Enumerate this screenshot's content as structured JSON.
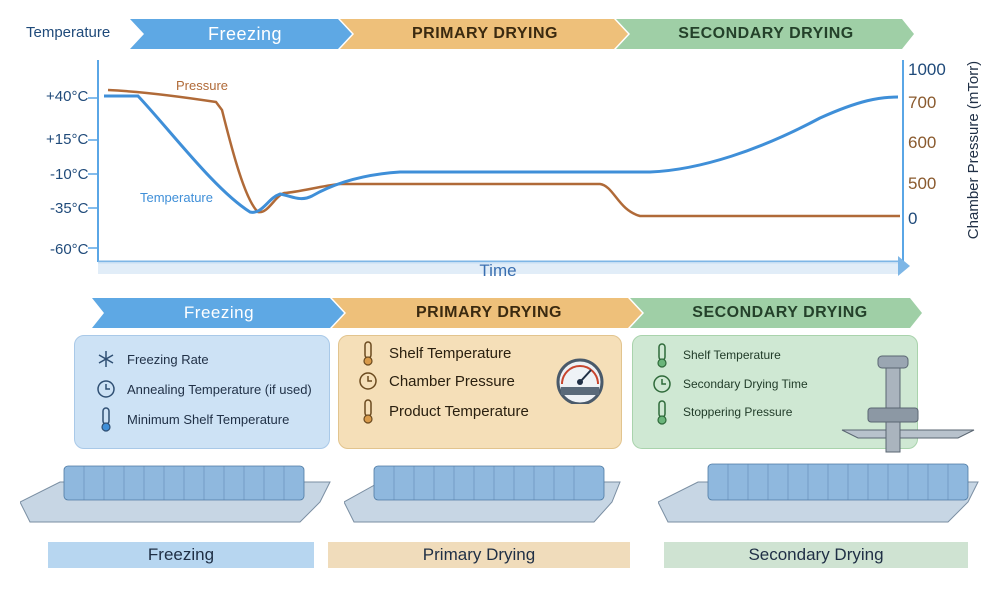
{
  "header": {
    "temperature_label": "Temperature",
    "phases": [
      "Freezing",
      "PRIMARY DRYING",
      "SECONDARY DRYING"
    ]
  },
  "chart_data": {
    "type": "line",
    "xlabel": "Time",
    "ylabel_left": "",
    "ylabel_right": "Chamber Pressure (mTorr)",
    "left_ticks": [
      "+40°C",
      "+15°C",
      "-10°C",
      "-35°C",
      "-60°C"
    ],
    "right_ticks": [
      "1000",
      "700",
      "600",
      "500",
      "0"
    ],
    "series": [
      {
        "name": "Temperature",
        "color": "#3f8fd8"
      },
      {
        "name": "Pressure",
        "color": "#b06a38"
      }
    ]
  },
  "phase_bar_2": [
    "Freezing",
    "PRIMARY DRYING",
    "SECONDARY DRYING"
  ],
  "panels": {
    "freezing": {
      "items": [
        {
          "icon": "snowflake-icon",
          "label": "Freezing Rate"
        },
        {
          "icon": "clock-icon",
          "label": "Annealing Temperature (if used)"
        },
        {
          "icon": "thermometer-icon",
          "label": "Minimum Shelf Temperature"
        }
      ]
    },
    "primary": {
      "items": [
        {
          "icon": "thermometer-icon",
          "label": "Shelf Temperature"
        },
        {
          "icon": "clock-icon",
          "label": "Chamber Pressure"
        },
        {
          "icon": "thermometer-icon",
          "label": "Product Temperature"
        }
      ]
    },
    "secondary": {
      "items": [
        {
          "icon": "thermometer-icon",
          "label": "Shelf Temperature"
        },
        {
          "icon": "clock-icon",
          "label": "Secondary Drying Time"
        },
        {
          "icon": "thermometer-icon",
          "label": "Stoppering Pressure"
        }
      ]
    }
  },
  "bottom_labels": [
    "Freezing",
    "Primary Drying",
    "Secondary Drying"
  ],
  "colors": {
    "freezing": "#5aa6e6",
    "primary": "#eec77a",
    "secondary": "#a9d3ac"
  }
}
